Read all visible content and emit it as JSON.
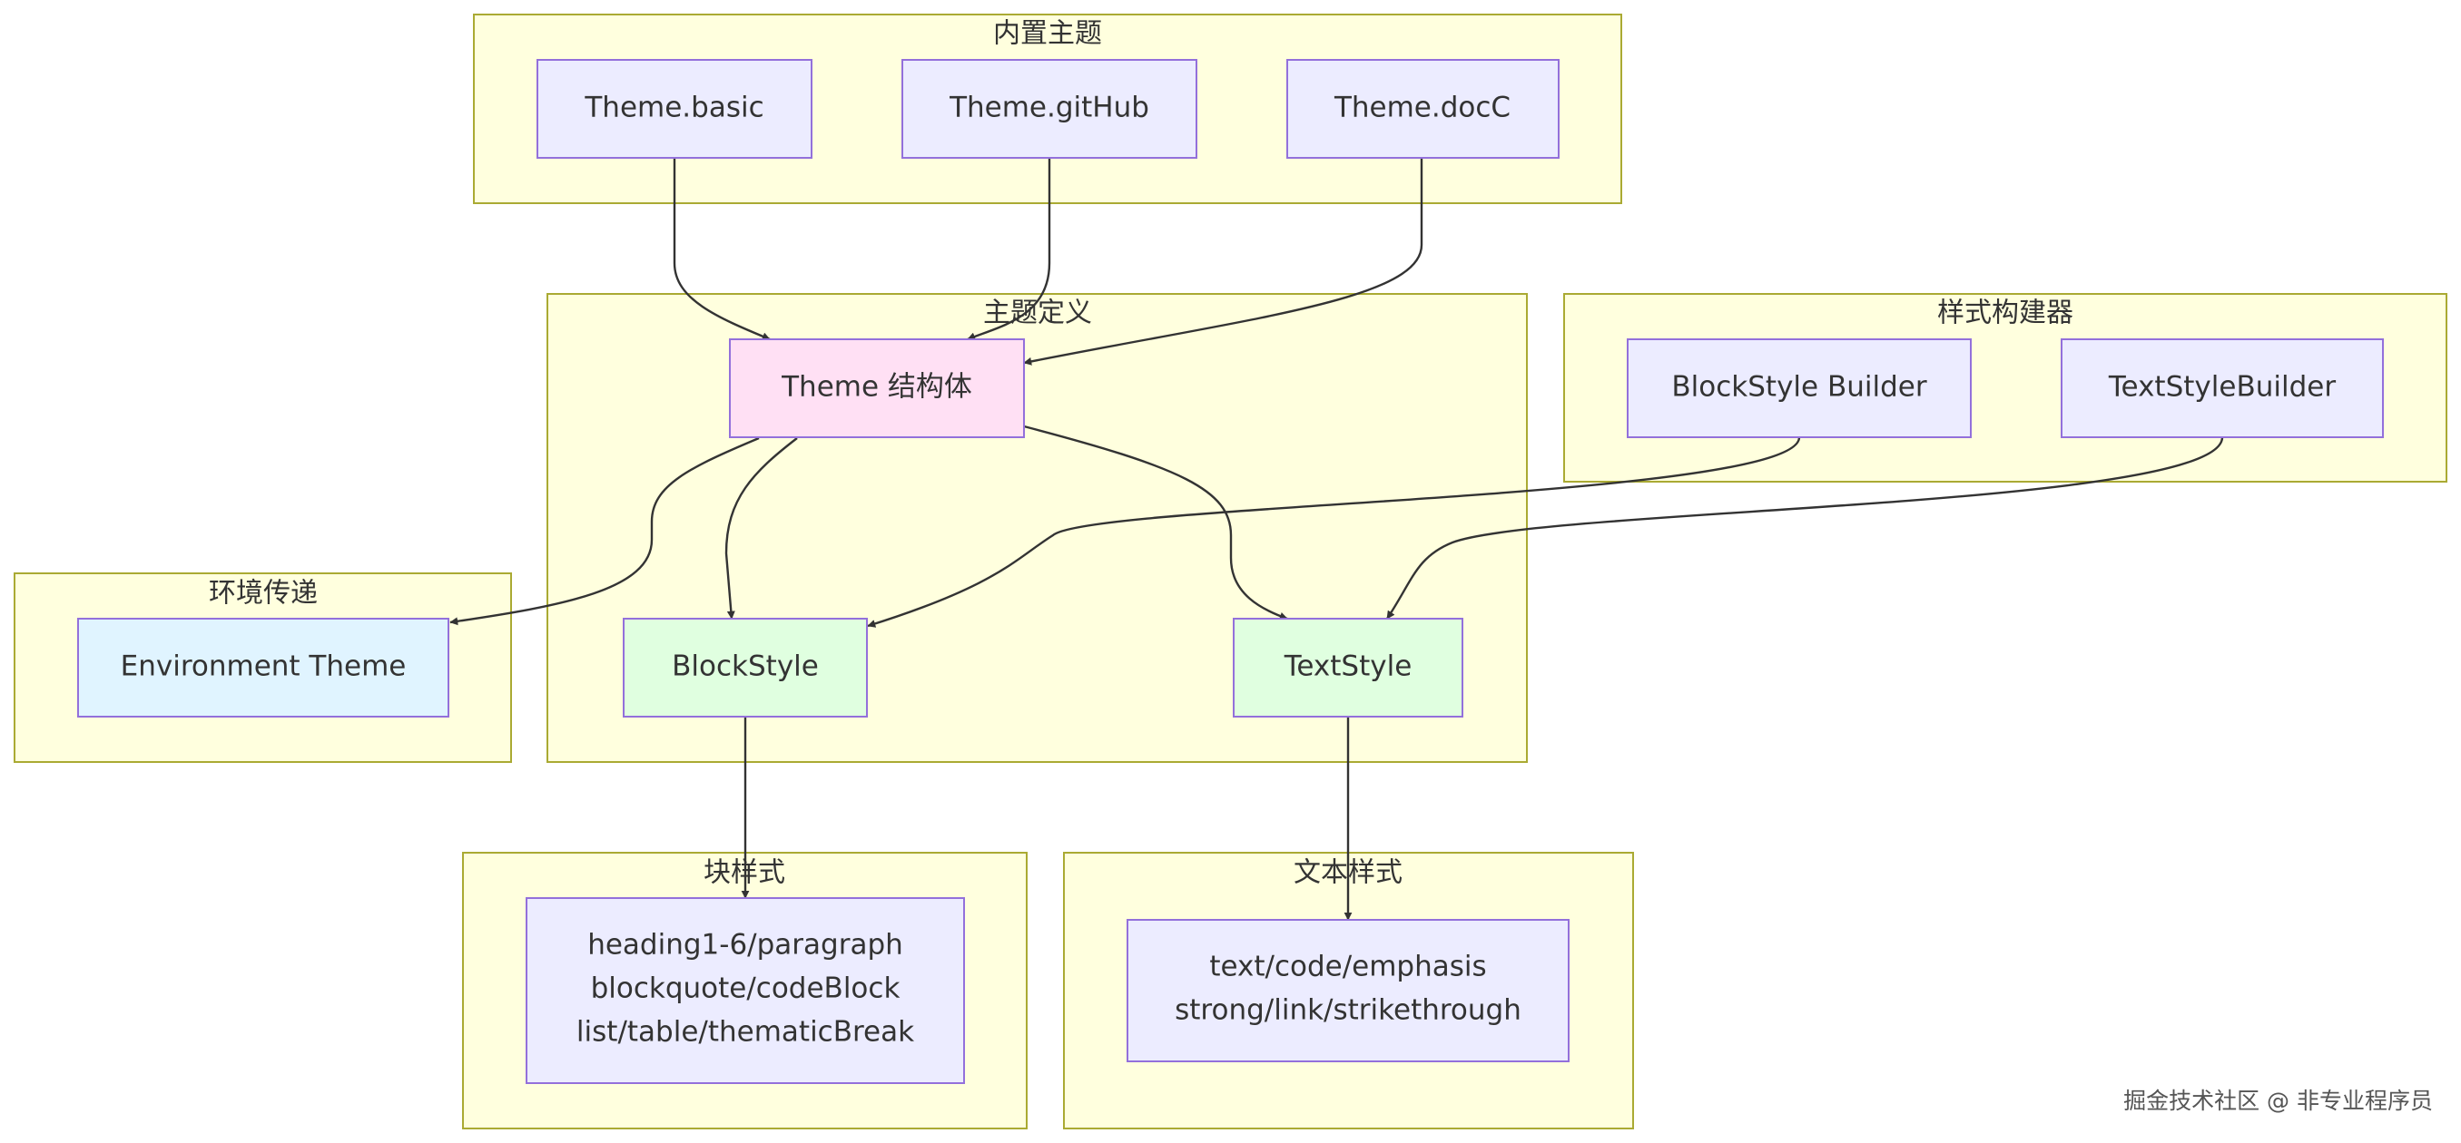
{
  "clusters": {
    "builtin": {
      "title": "内置主题"
    },
    "definition": {
      "title": "主题定义"
    },
    "builder": {
      "title": "样式构建器"
    },
    "environment": {
      "title": "环境传递"
    },
    "block": {
      "title": "块样式"
    },
    "text": {
      "title": "文本样式"
    }
  },
  "nodes": {
    "basic": {
      "label": "Theme.basic"
    },
    "github": {
      "label": "Theme.gitHub"
    },
    "docc": {
      "label": "Theme.docC"
    },
    "theme": {
      "label": "Theme 结构体"
    },
    "blockstyle_builder": {
      "label": "BlockStyle Builder"
    },
    "textstyle_builder": {
      "label": "TextStyleBuilder"
    },
    "env": {
      "label": "Environment Theme"
    },
    "blockstyle": {
      "label": "BlockStyle"
    },
    "textstyle": {
      "label": "TextStyle"
    },
    "block_items": {
      "lines": [
        "heading1-6/paragraph",
        "blockquote/codeBlock",
        "list/table/thematicBreak"
      ]
    },
    "text_items": {
      "lines": [
        "text/code/emphasis",
        "strong/link/strikethrough"
      ]
    }
  },
  "colors": {
    "cluster_fill": "#ffffde",
    "cluster_stroke": "#aaaa33",
    "node_default": "#ececff",
    "node_theme": "#ffe0f4",
    "node_style": "#e0ffe0",
    "node_env": "#e0f4ff",
    "node_stroke": "#9370db",
    "edge": "#333333"
  },
  "watermark": "掘金技术社区 @ 非专业程序员"
}
